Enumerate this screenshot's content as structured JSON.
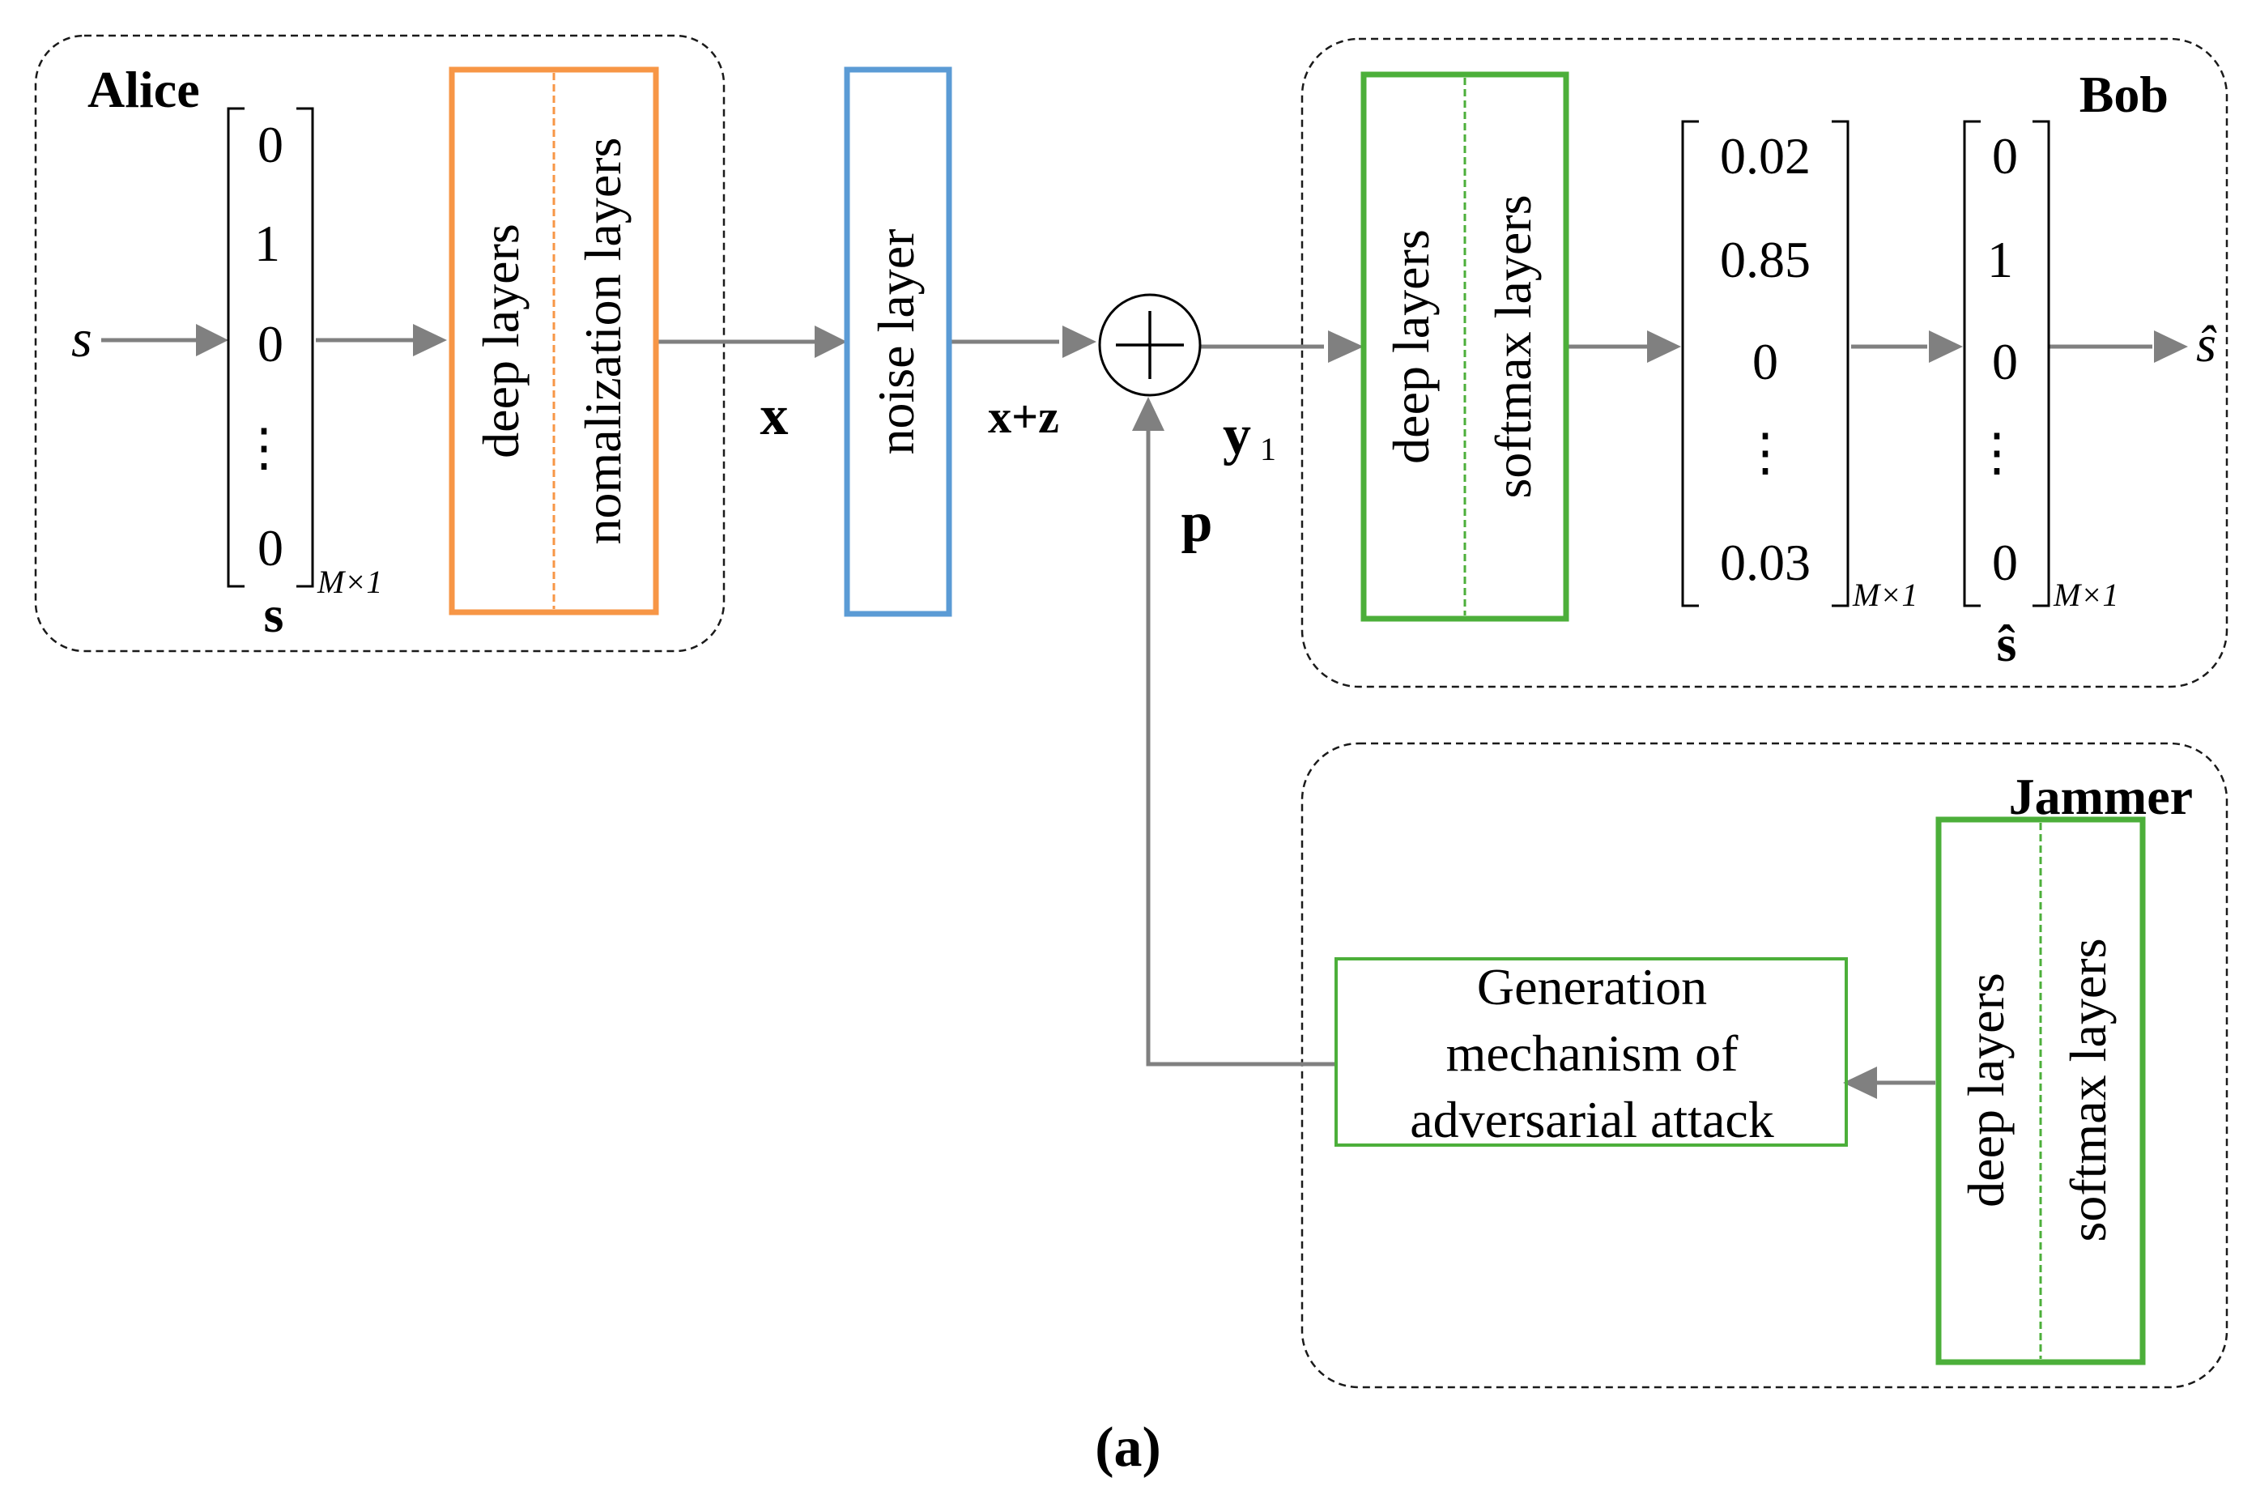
{
  "figure": {
    "caption": "(a)",
    "colors": {
      "line": "#808080",
      "orange": "#F79646",
      "blue": "#5B9BD5",
      "green": "#4CAF3A",
      "border": "#1a1a1a"
    }
  },
  "alice": {
    "title": "Alice",
    "input_label": "s",
    "vector": [
      "0",
      "1",
      "0",
      "⋮",
      "0"
    ],
    "vector_size": "M×1",
    "vector_label": "s",
    "block": {
      "left": "deep layers",
      "right": "nomalization layers"
    },
    "output_label": "x"
  },
  "channel": {
    "noise": "noise layer",
    "noisy_label": "x+z",
    "adder_label": "y",
    "adder_sub": "1",
    "perturbation_label": "p"
  },
  "bob": {
    "title": "Bob",
    "block": {
      "left": "deep layers",
      "right": "softmax layers"
    },
    "prob_vector": [
      "0.02",
      "0.85",
      "0",
      "⋮",
      "0.03"
    ],
    "prob_size": "M×1",
    "out_vector": [
      "0",
      "1",
      "0",
      "⋮",
      "0"
    ],
    "out_size": "M×1",
    "out_label": "ŝ",
    "output_label": "ŝ"
  },
  "jammer": {
    "title": "Jammer",
    "block": {
      "left": "deep layers",
      "right": "softmax layers"
    },
    "generator": [
      "Generation",
      "mechanism of",
      "adversarial attack"
    ]
  }
}
